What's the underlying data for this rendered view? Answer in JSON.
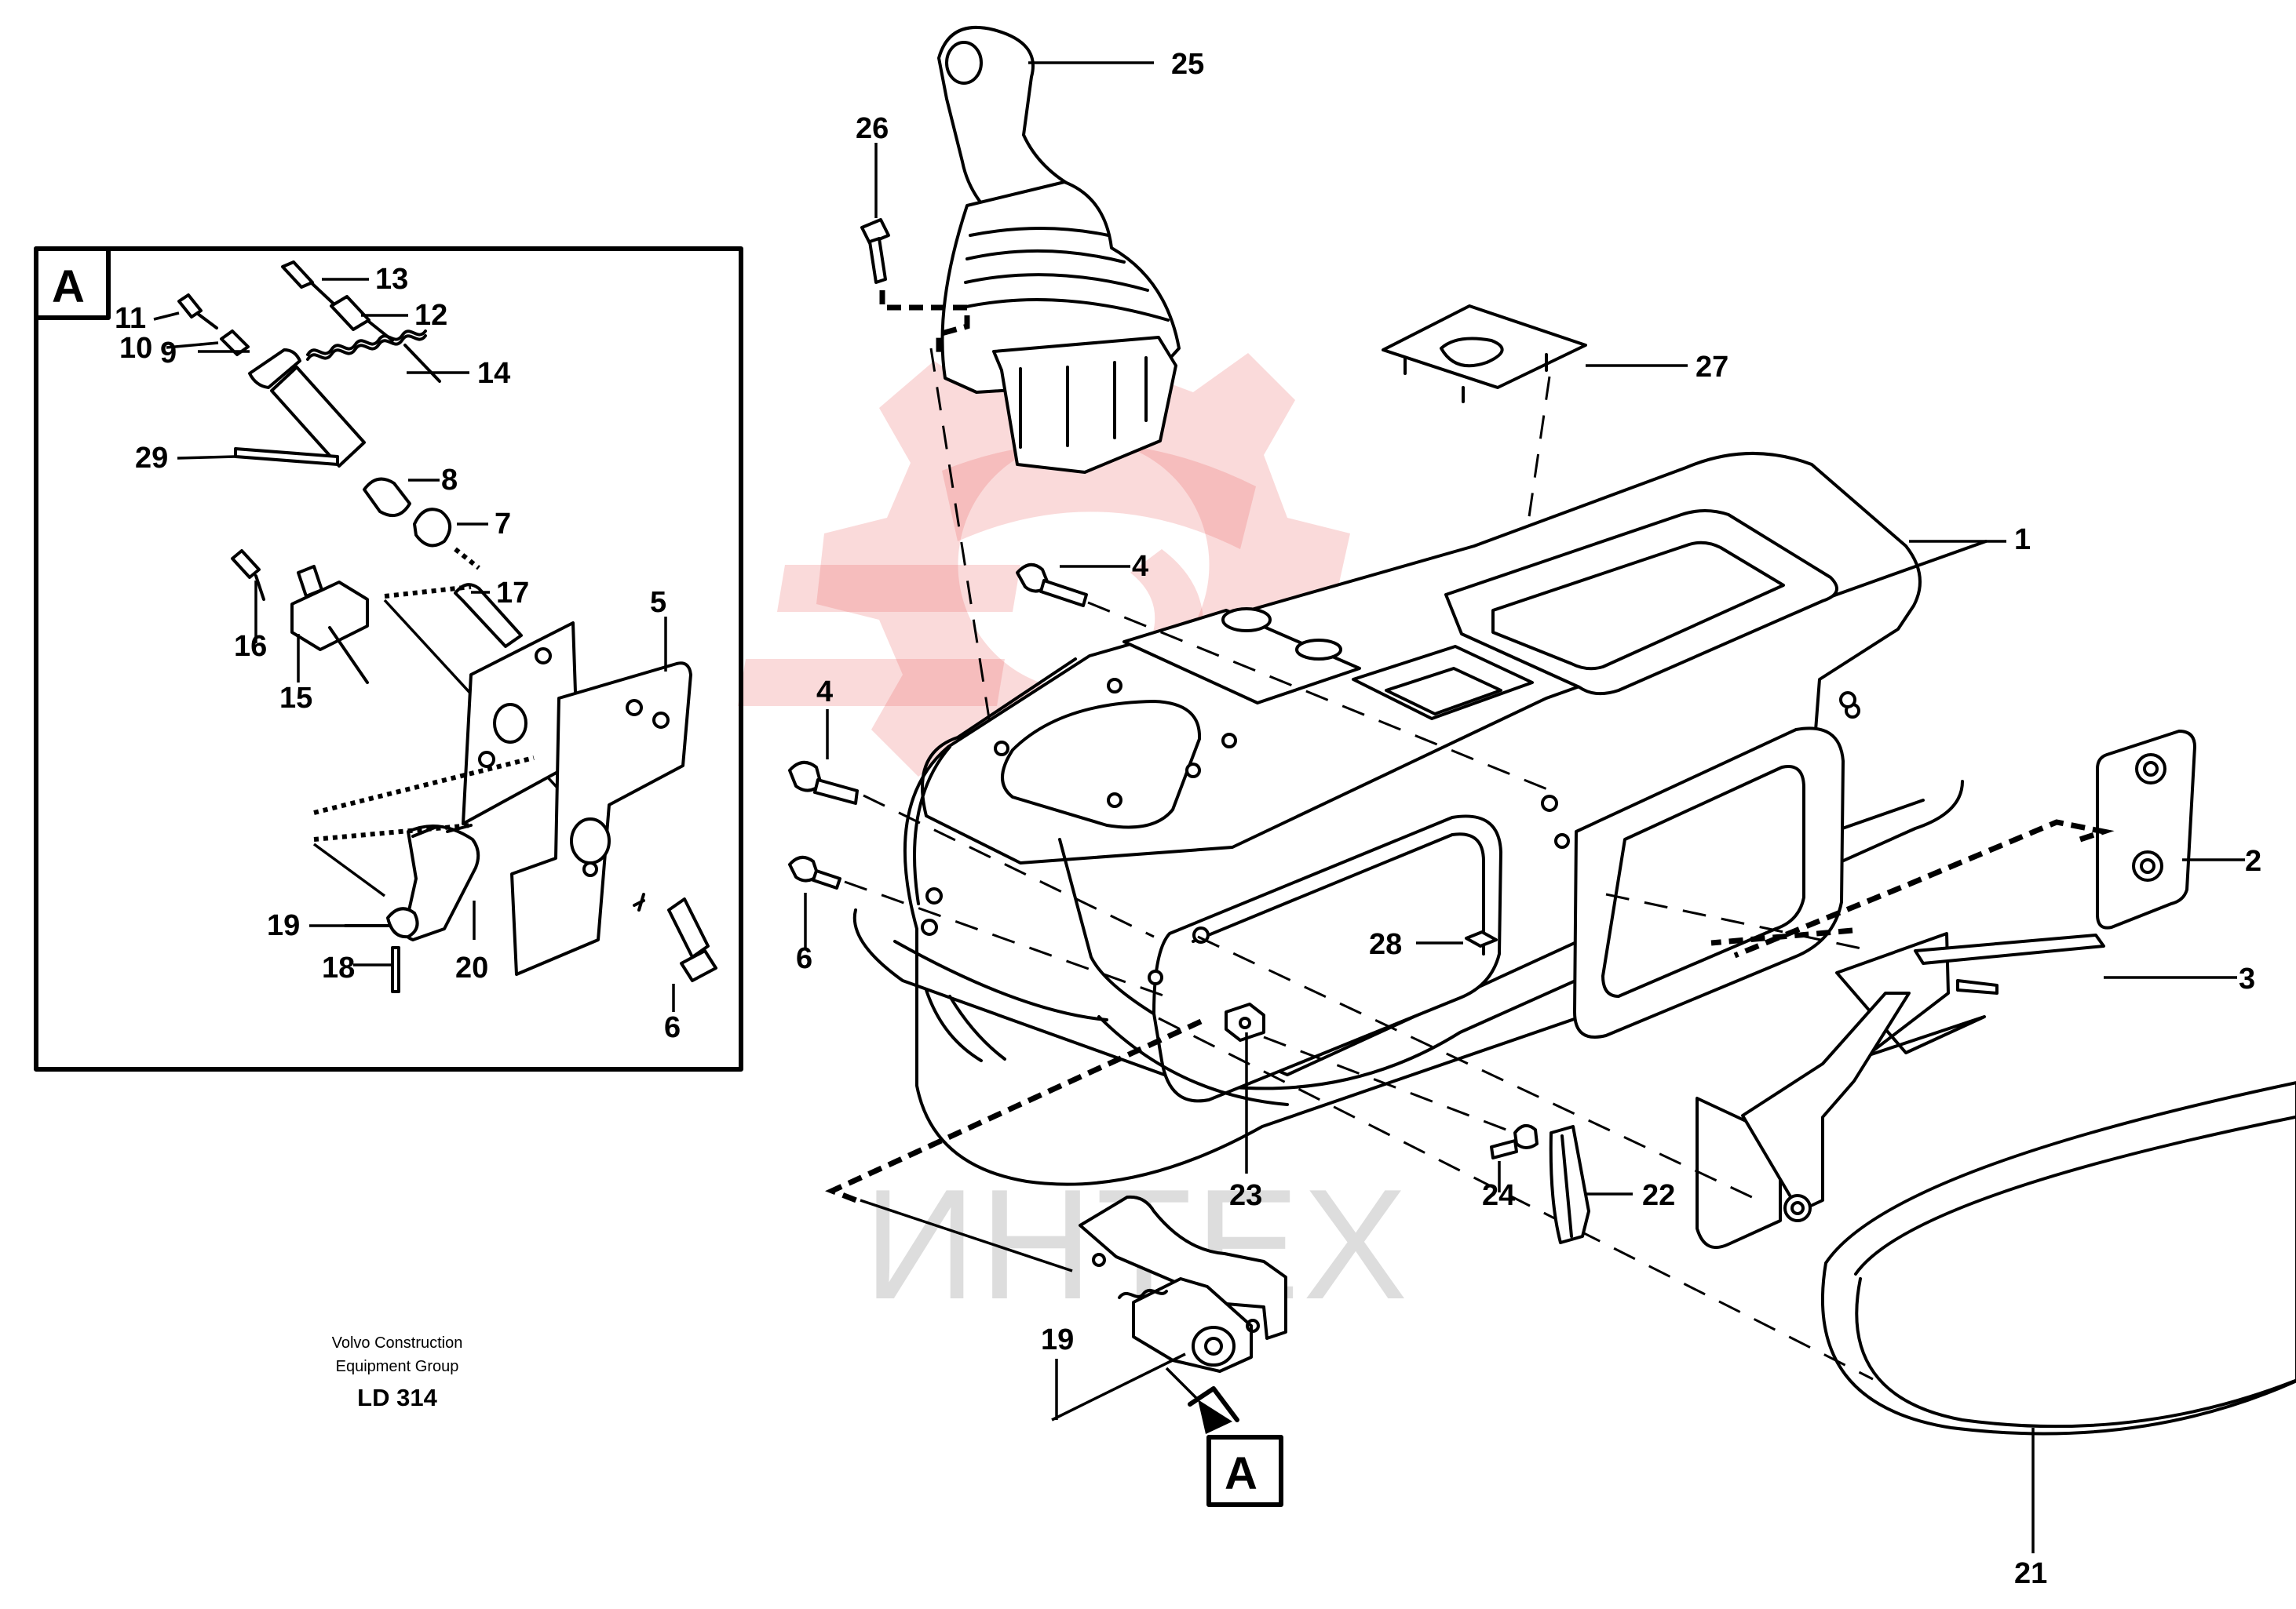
{
  "page": {
    "background": "#ffffff",
    "line_color": "#000000",
    "watermark_color": "#e65555"
  },
  "detail_box": {
    "label": "A"
  },
  "view_marker": {
    "label": "A"
  },
  "caption": {
    "line1": "Volvo Construction",
    "line2": "Equipment Group",
    "code": "LD 314"
  },
  "watermark": {
    "text": "ИНТЕХ",
    "logo": "gear-logo"
  },
  "callouts": {
    "c1": "1",
    "c2": "2",
    "c3": "3",
    "c4a": "4",
    "c4b": "4",
    "c5": "5",
    "c6a": "6",
    "c6b": "6",
    "c7": "7",
    "c8": "8",
    "c9": "9",
    "c10": "10",
    "c11": "11",
    "c12": "12",
    "c13": "13",
    "c14": "14",
    "c15": "15",
    "c16": "16",
    "c17": "17",
    "c18": "18",
    "c19a": "19",
    "c19b": "19",
    "c20": "20",
    "c21": "21",
    "c22": "22",
    "c23": "23",
    "c24": "24",
    "c25": "25",
    "c26": "26",
    "c27": "27",
    "c28": "28",
    "c29": "29"
  }
}
